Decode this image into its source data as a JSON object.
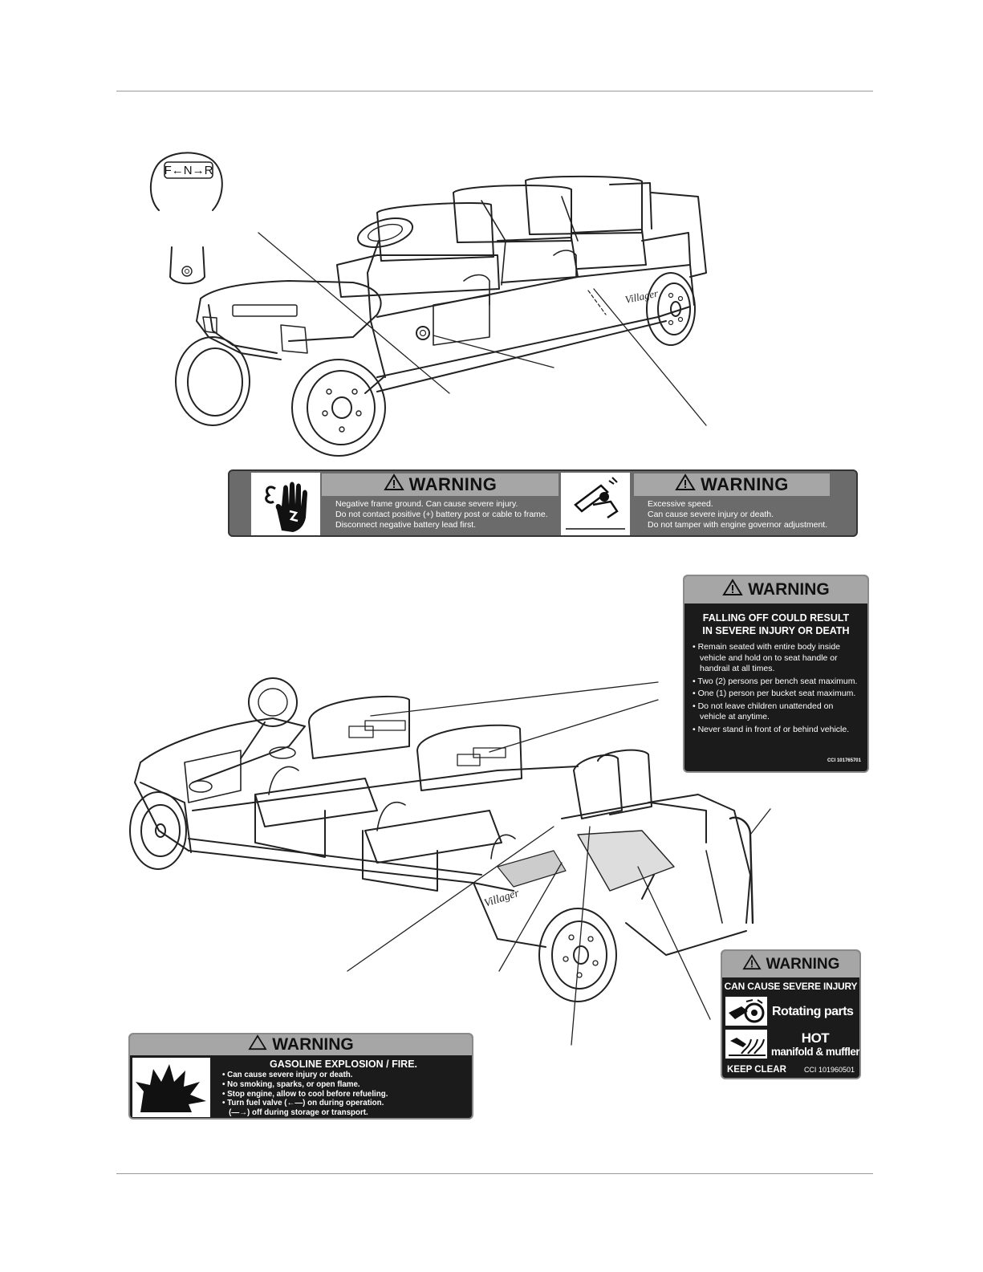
{
  "shifter_label": "F←N→R",
  "brand_script": "Villager",
  "combo_decal": {
    "left": {
      "header": "WARNING",
      "lines": [
        "Negative frame ground. Can cause severe injury.",
        "Do not contact positive (+) battery post or cable to frame.",
        "Disconnect negative battery lead first."
      ]
    },
    "right": {
      "header": "WARNING",
      "lines": [
        "Excessive speed.",
        "Can cause severe injury or death.",
        "Do not tamper with engine governor adjustment."
      ]
    }
  },
  "falling_decal": {
    "header": "WARNING",
    "title_line1": "FALLING OFF COULD RESULT",
    "title_line2": "IN SEVERE INJURY OR DEATH",
    "bullets": [
      "• Remain seated with entire body inside vehicle and hold on to seat handle or handrail at all times.",
      "• Two (2) persons per bench seat maximum.",
      "• One (1) person per bucket seat maximum.",
      "• Do not leave children unattended on vehicle at anytime.",
      "• Never stand in front of or behind vehicle."
    ],
    "code": "CCI 101765701"
  },
  "rotating_decal": {
    "header": "WARNING",
    "subheader": "CAN CAUSE SEVERE INJURY",
    "rotating": "Rotating parts",
    "hot": "HOT",
    "manifold": "manifold & muffler",
    "keep_clear": "KEEP CLEAR",
    "code": "CCI 101960501"
  },
  "gasoline_decal": {
    "header": "WARNING",
    "title": "GASOLINE EXPLOSION / FIRE.",
    "bullets": [
      "• Can cause severe injury or death.",
      "• No smoking, sparks, or open flame.",
      "• Stop engine, allow to cool before refueling.",
      "• Turn fuel valve (←—) on during operation.",
      "   (—→) off during storage or transport."
    ]
  },
  "colors": {
    "decal_dark": "#1b1b1b",
    "decal_header": "#a6a6a6",
    "combo_body": "#6b6b6b"
  }
}
